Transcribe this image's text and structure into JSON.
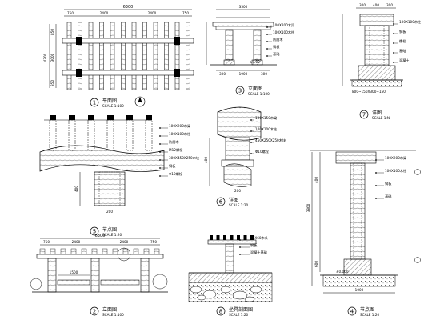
{
  "drawing": {
    "plan": {
      "number": "1",
      "title": "平面图",
      "scale": "SCALE 1:100",
      "total": "6300",
      "dims": [
        "750",
        "2400",
        "2400",
        "750"
      ],
      "side": [
        "850",
        "3000",
        "850"
      ],
      "side_total": "4700"
    },
    "front_elev": {
      "number": "3",
      "title": "立面图",
      "scale": "SCALE 1:100",
      "top": "3500",
      "bottom": [
        "300",
        "1900",
        "300"
      ],
      "elevation": "±0.00",
      "notes": [
        "100X200木梁",
        "100X100木柱",
        "防腐木",
        "钢板",
        "基础"
      ]
    },
    "detail_7": {
      "number": "7",
      "title": "详图",
      "scale": "SCALE 1:N",
      "dims": [
        "300",
        "400",
        "300"
      ],
      "notes": [
        "100X100木柱",
        "钢板",
        "螺栓",
        "基础",
        "混凝土"
      ],
      "bottom": "800~150X300~150"
    },
    "beam_plan": {
      "number": "5",
      "title": "节点图",
      "scale": "SCALE 1:20",
      "notes": [
        "100X200木梁",
        "100X100木柱",
        "防腐木",
        "M12螺栓",
        "300X450X250木块",
        "钢板",
        "Φ10螺栓"
      ],
      "dims": [
        "400",
        "200"
      ]
    },
    "detail_6": {
      "number": "6",
      "title": "详图",
      "scale": "SCALE 1:20",
      "notes": [
        "100X150木梁",
        "100X100木柱",
        "450X250X250木块",
        "Φ10螺栓"
      ],
      "dims": [
        "400",
        "200"
      ]
    },
    "side_elev": {
      "number": "2",
      "title": "立面图",
      "scale": "SCALE 1:100",
      "total": "6300",
      "dims": [
        "750",
        "2400",
        "2400",
        "750"
      ],
      "bench": "1500"
    },
    "section_8": {
      "number": "8",
      "title": "坐凳剖面图",
      "scale": "SCALE 1:20",
      "notes": [
        "50X60木条",
        "钢板",
        "混凝土基础"
      ]
    },
    "section_4": {
      "number": "4",
      "title": "节点图",
      "scale": "SCALE 1:20",
      "heights": [
        "3800",
        "400",
        "600"
      ],
      "notes": [
        "100X200木梁",
        "100X100木柱",
        "钢板",
        "基础"
      ],
      "elevation": "±0.000",
      "width": "1000"
    }
  },
  "colors": {
    "line": "#1a1a1a",
    "hatch": "#555555"
  }
}
